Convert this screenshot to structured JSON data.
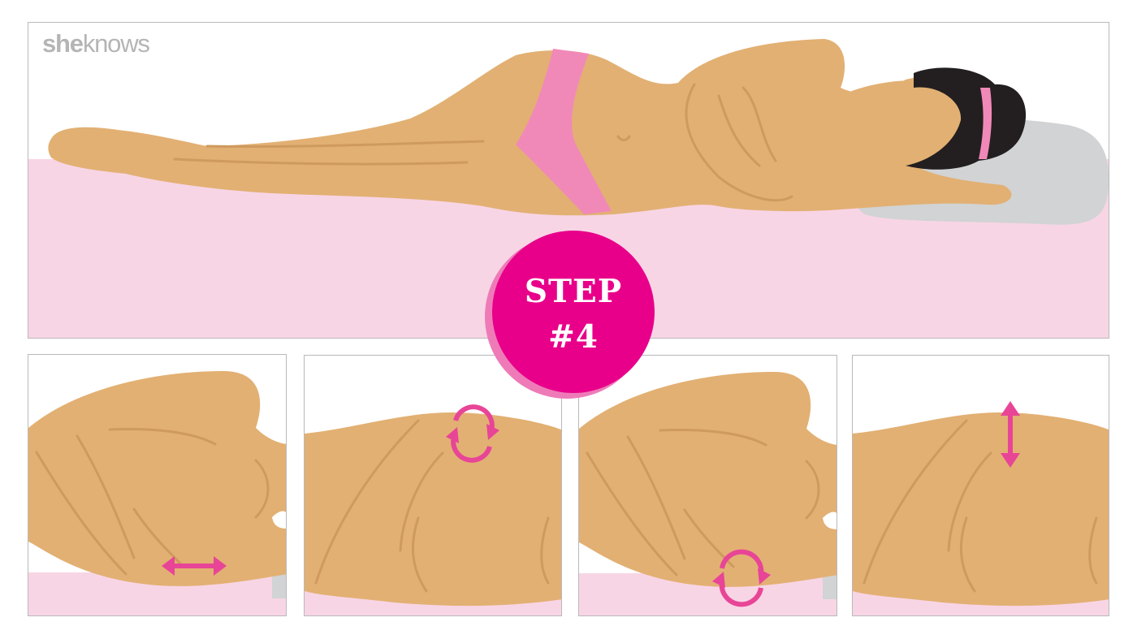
{
  "brand": {
    "prefix": "she",
    "suffix": "knows"
  },
  "badge": {
    "line1": "STEP",
    "line2": "#4"
  },
  "colors": {
    "skin": "#e2b073",
    "skin_line": "#cf9a5e",
    "underwear": "#f189b8",
    "bed": "#f8d5e5",
    "pillow": "#d1d3d4",
    "hair": "#231f20",
    "accent": "#e8008a",
    "arrow": "#e84597"
  },
  "panels": [
    {
      "icon": "horizontal-double-arrow-icon"
    },
    {
      "icon": "circular-arrows-icon"
    },
    {
      "icon": "circular-arrows-icon"
    },
    {
      "icon": "vertical-double-arrow-icon"
    }
  ]
}
